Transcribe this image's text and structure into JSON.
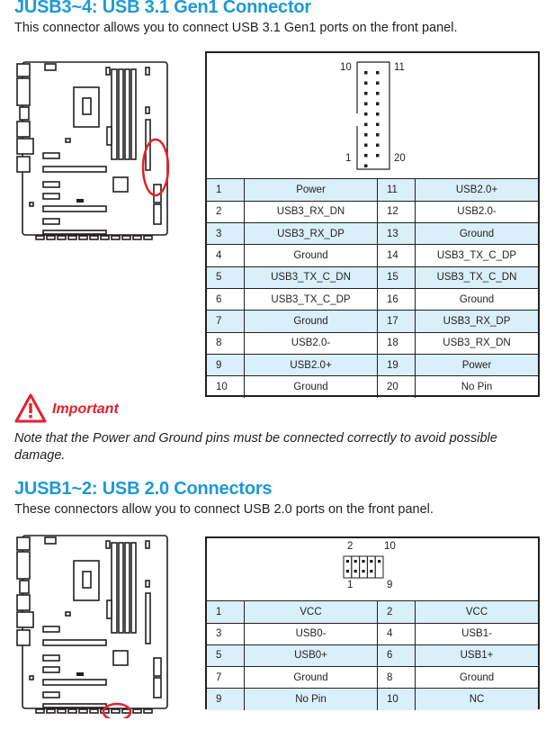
{
  "section1": {
    "title": "JUSB3~4: USB 3.1 Gen1 Connector",
    "description": "This connector allows you to connect USB 3.1 Gen1 ports on the front panel.",
    "diagram_labels": {
      "top_left": "10",
      "top_right": "11",
      "bottom_left": "1",
      "bottom_right": "20"
    },
    "rows": [
      [
        "1",
        "Power",
        "11",
        "USB2.0+"
      ],
      [
        "2",
        "USB3_RX_DN",
        "12",
        "USB2.0-"
      ],
      [
        "3",
        "USB3_RX_DP",
        "13",
        "Ground"
      ],
      [
        "4",
        "Ground",
        "14",
        "USB3_TX_C_DP"
      ],
      [
        "5",
        "USB3_TX_C_DN",
        "15",
        "USB3_TX_C_DN"
      ],
      [
        "6",
        "USB3_TX_C_DP",
        "16",
        "Ground"
      ],
      [
        "7",
        "Ground",
        "17",
        "USB3_RX_DP"
      ],
      [
        "8",
        "USB2.0-",
        "18",
        "USB3_RX_DN"
      ],
      [
        "9",
        "USB2.0+",
        "19",
        "Power"
      ],
      [
        "10",
        "Ground",
        "20",
        "No Pin"
      ]
    ]
  },
  "important": {
    "icon": "warning-triangle-icon",
    "label": "Important",
    "note": "Note that the Power and Ground pins must be connected correctly to avoid possible damage."
  },
  "section2": {
    "title": "JUSB1~2: USB 2.0 Connectors",
    "description": "These connectors allow you to connect USB 2.0 ports on the front panel.",
    "diagram_labels": {
      "top_left": "2",
      "top_right": "10",
      "bottom_left": "1",
      "bottom_right": "9"
    },
    "rows": [
      [
        "1",
        "VCC",
        "2",
        "VCC"
      ],
      [
        "3",
        "USB0-",
        "4",
        "USB1-"
      ],
      [
        "5",
        "USB0+",
        "6",
        "USB1+"
      ],
      [
        "7",
        "Ground",
        "8",
        "Ground"
      ],
      [
        "9",
        "No Pin",
        "10",
        "NC"
      ]
    ]
  },
  "colors": {
    "heading": "#1b9ad6",
    "row_highlight": "#d9eff9",
    "important": "#e4202c",
    "marker": "#e4202c"
  }
}
